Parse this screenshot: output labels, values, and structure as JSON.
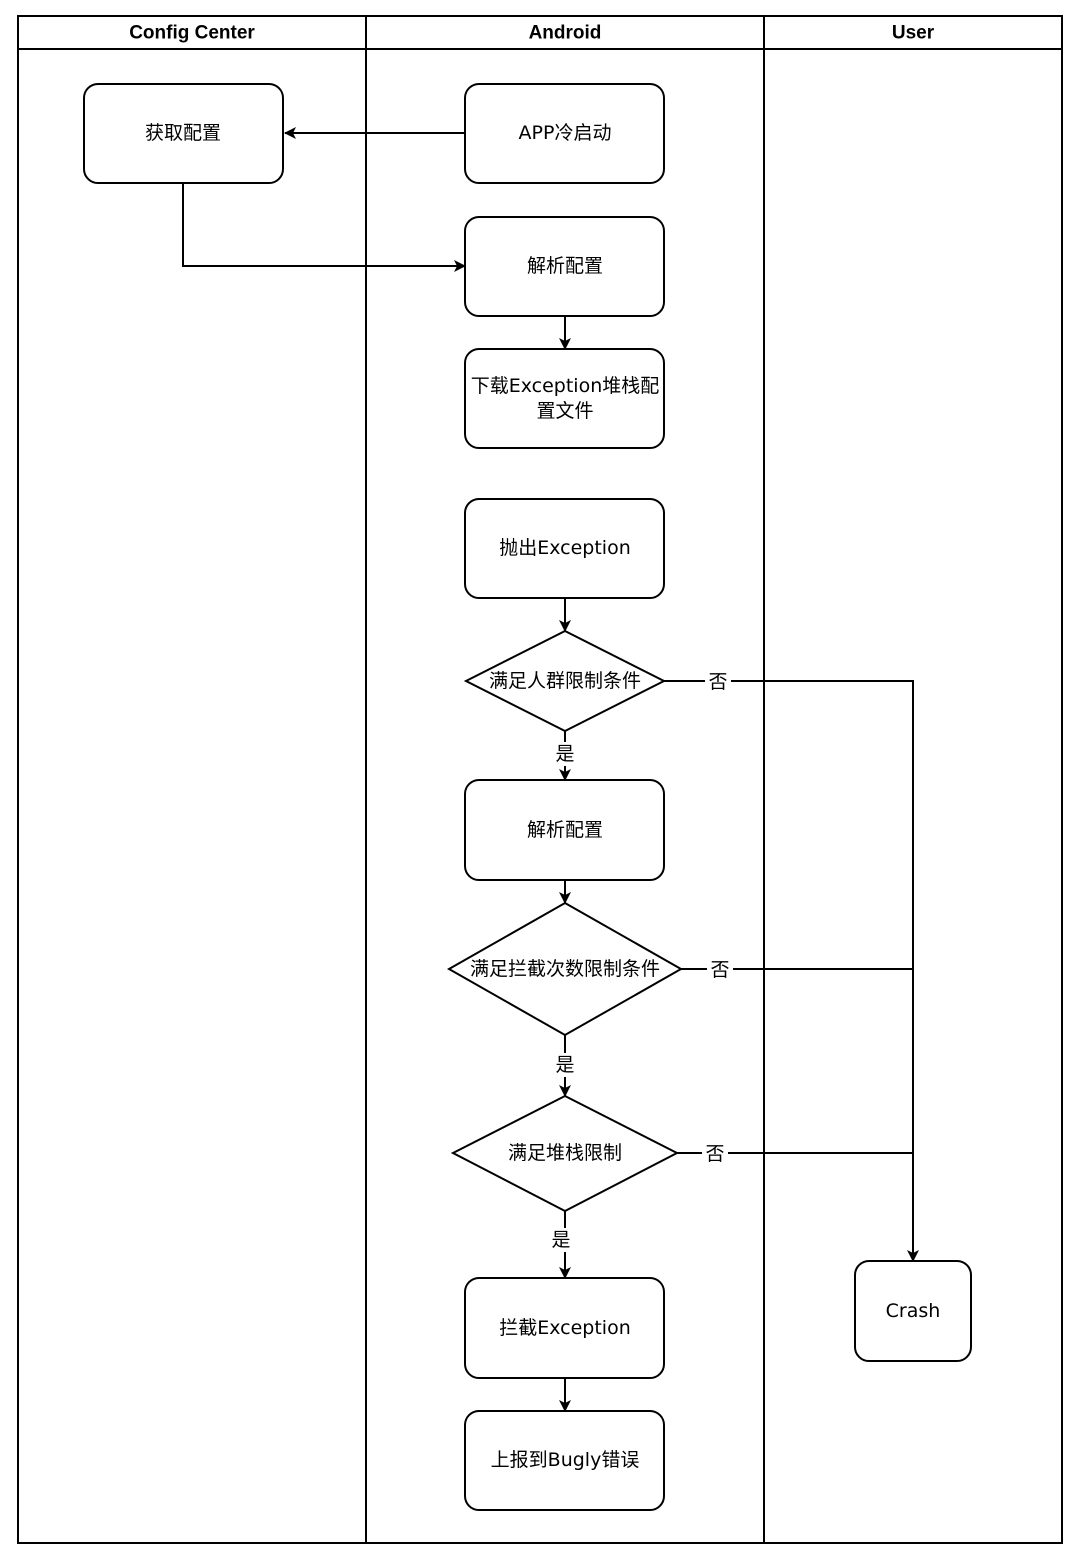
{
  "lanes": [
    {
      "id": "config",
      "title": "Config Center"
    },
    {
      "id": "android",
      "title": "Android"
    },
    {
      "id": "user",
      "title": "User"
    }
  ],
  "nodes": {
    "get_config": "获取配置",
    "app_cold_start": "APP冷启动",
    "parse_config_1": "解析配置",
    "download_config": [
      "下载Exception堆栈配",
      "置文件"
    ],
    "throw_exception": "抛出Exception",
    "check_audience": "满足人群限制条件",
    "parse_config_2": "解析配置",
    "check_intercept_count": "满足拦截次数限制条件",
    "check_stack": "满足堆栈限制",
    "intercept_exception": "拦截Exception",
    "report_bugly": "上报到Bugly错误",
    "crash": "Crash"
  },
  "edge_labels": {
    "yes": "是",
    "no": "否"
  }
}
